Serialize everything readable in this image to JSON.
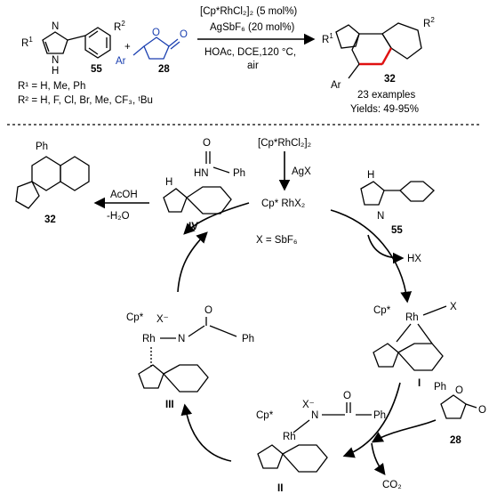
{
  "top_reaction": {
    "reactant1": {
      "compound_number": "55",
      "r1": "R",
      "r1_sup": "1",
      "r2": "R",
      "r2_sup": "2",
      "nh": "N",
      "nh_h": "H",
      "n": "N"
    },
    "plus": "+",
    "reactant2": {
      "compound_number": "28",
      "ar": "Ar"
    },
    "catalyst_line": "[Cp*RhCl₂]₂ (5 mol%)",
    "additive_line": "AgSbF₆ (20 mol%)",
    "solvent_line": "HOAc, DCE,120 °C,",
    "atmosphere_line": "air",
    "product": {
      "compound_number": "32",
      "ar": "Ar",
      "r1": "R",
      "r1_sup": "1",
      "r2": "R",
      "r2_sup": "2"
    },
    "r1_scope": "R¹ = H, Me, Ph",
    "r2_scope": "R² = H, F, Cl, Br, Me, CF₃, ᵗBu",
    "examples": "23 examples",
    "yields": "Yields: 49-95%"
  },
  "cycle": {
    "precatalyst": "[Cp*RhCl₂]₂",
    "activator": "AgX",
    "active_catalyst": "Cp* RhX₂",
    "x_definition": "X = SbF₆",
    "substrate_number": "55",
    "byproduct_hx": "HX",
    "reagent_number": "28",
    "reagent_ph": "Ph",
    "co2": "CO₂",
    "intermediate_I": "I",
    "intermediate_II": "II",
    "intermediate_III": "III",
    "intermediate_IV": "IV",
    "product_number": "32",
    "product_ph": "Ph",
    "acoh": "AcOH",
    "water_loss": "-H₂O",
    "cp_star": "Cp*",
    "rh": "Rh",
    "x": "X",
    "x_minus": "X⁻",
    "ph": "Ph",
    "n": "N",
    "hn": "HN",
    "h": "H",
    "o": "O"
  }
}
